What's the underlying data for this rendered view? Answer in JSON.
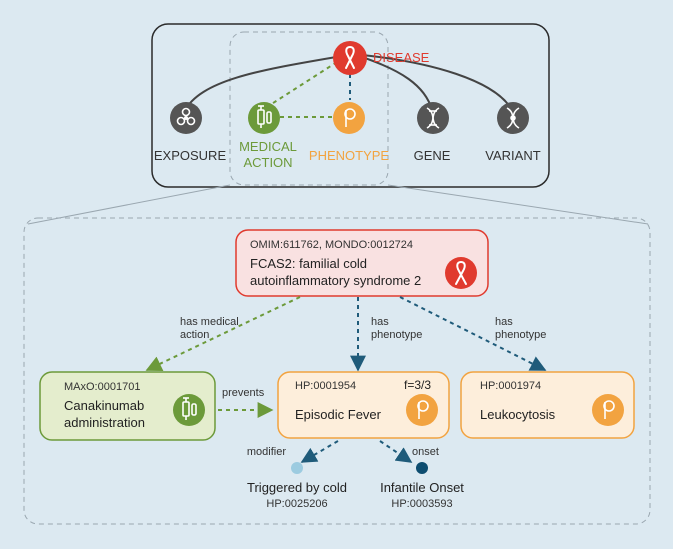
{
  "overview": {
    "disease_label": "DISEASE",
    "exposure_label": "EXPOSURE",
    "medical_action_label_line1": "MEDICAL",
    "medical_action_label_line2": "ACTION",
    "phenotype_label": "PHENOTYPE",
    "gene_label": "GENE",
    "variant_label": "VARIANT"
  },
  "disease": {
    "ids": "OMIM:611762, MONDO:0012724",
    "name_line1": "FCAS2: familial cold",
    "name_line2": "autoinflammatory syndrome 2"
  },
  "edges": {
    "has_medical_action_line1": "has medical",
    "has_medical_action_line2": "action",
    "has_phenotype_line1": "has",
    "has_phenotype_line2": "phenotype",
    "has_phenotype2_line1": "has",
    "has_phenotype2_line2": "phenotype",
    "prevents": "prevents",
    "modifier": "modifier",
    "onset": "onset"
  },
  "medical_action": {
    "id": "MAxO:0001701",
    "name_line1": "Canakinumab",
    "name_line2": "administration"
  },
  "phenotype1": {
    "id": "HP:0001954",
    "frequency": "f=3/3",
    "name": "Episodic Fever"
  },
  "phenotype2": {
    "id": "HP:0001974",
    "name": "Leukocytosis"
  },
  "modifier": {
    "name": "Triggered by cold",
    "id": "HP:0025206"
  },
  "onset": {
    "name": "Infantile Onset",
    "id": "HP:0003593"
  },
  "colors": {
    "background": "#dce9f1",
    "disease": "#e03a2e",
    "disease_fill": "#f9e1e1",
    "medical_action": "#6c9a3a",
    "medical_action_fill": "#e4edcd",
    "phenotype": "#f2a340",
    "phenotype_fill": "#fdeedb",
    "dark_node": "#555555",
    "edge_blue": "#1f5b7a",
    "onset_dot": "#0d4d70",
    "modifier_dot": "#9ccbe0"
  }
}
